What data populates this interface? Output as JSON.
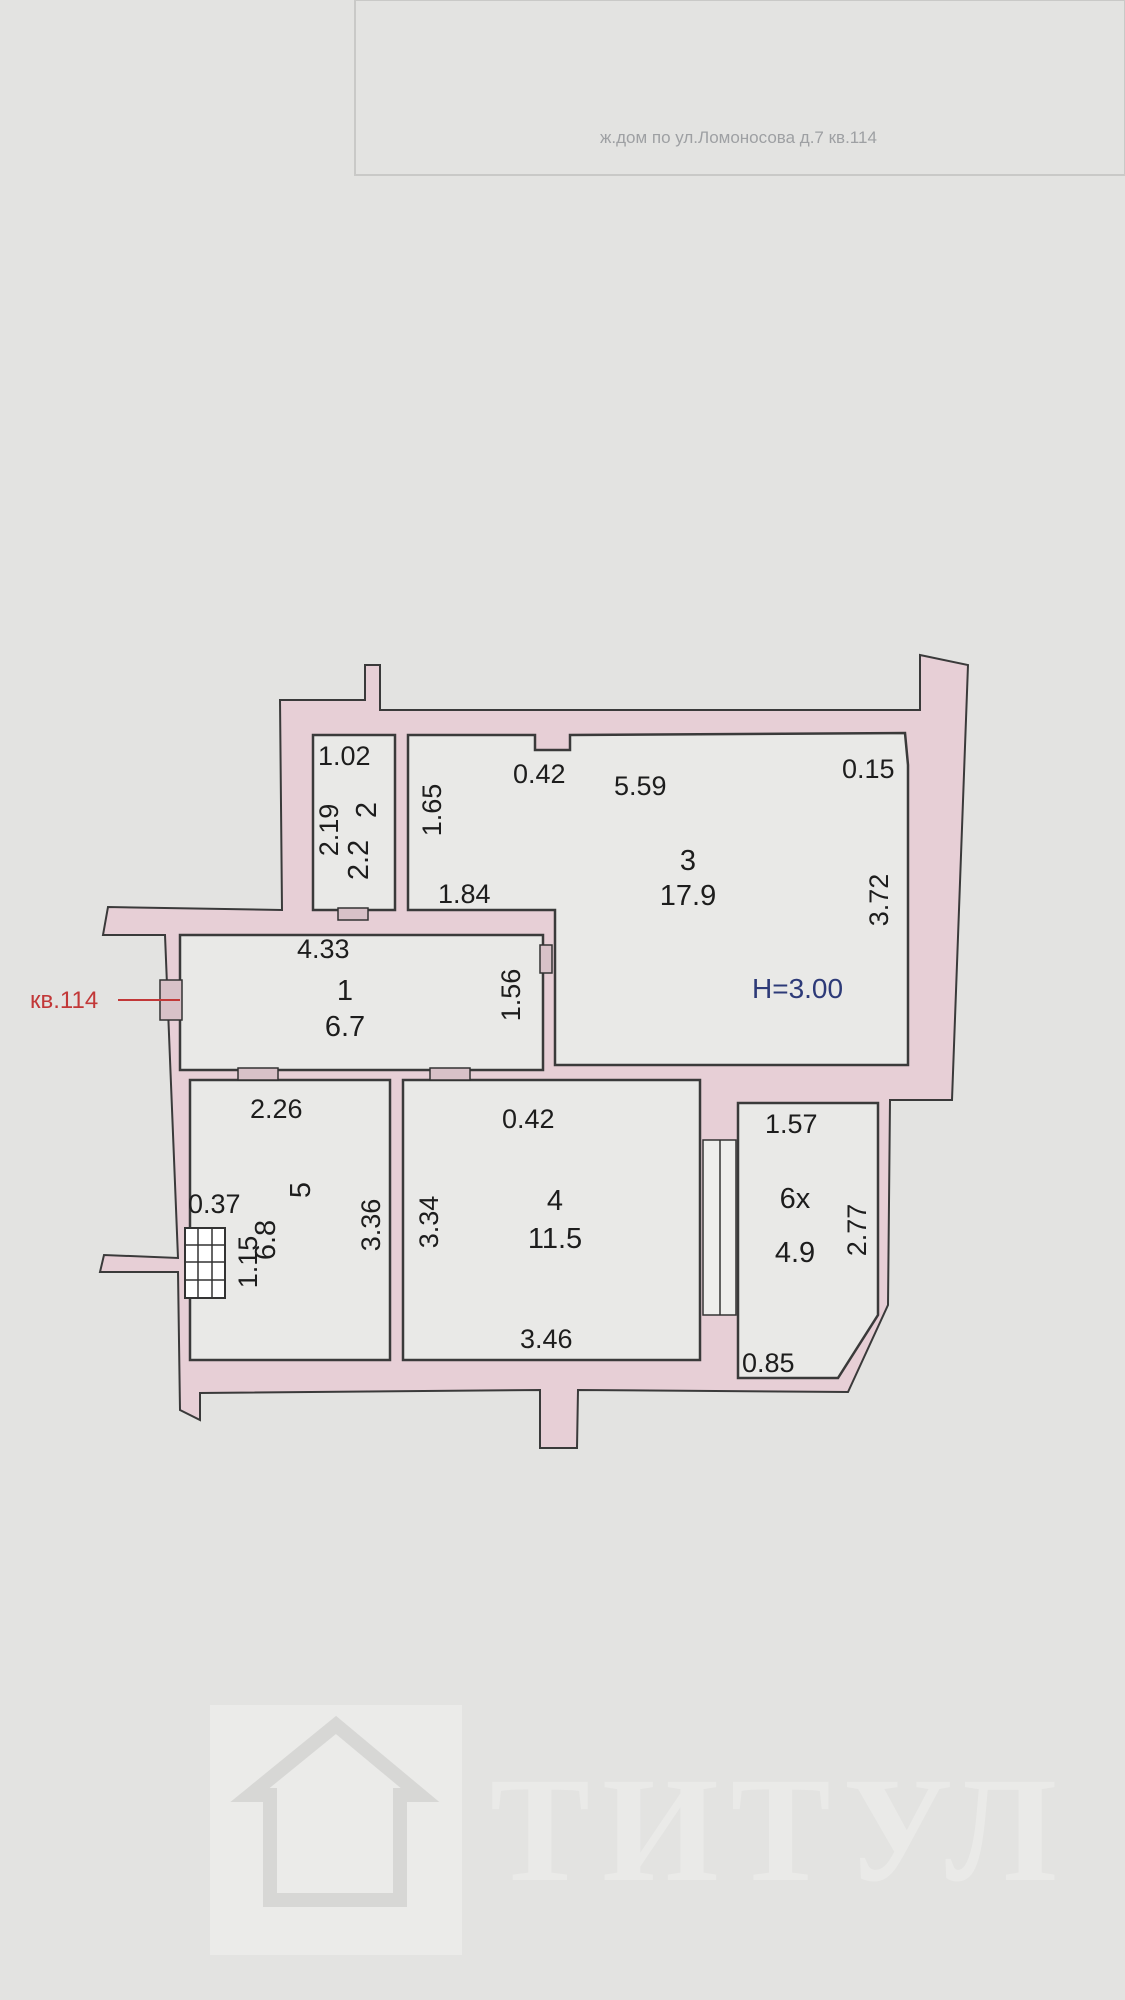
{
  "header_faint_text": "ж.дом по ул.Ломоносова д.7 кв.114",
  "apartment_label": "кв.114",
  "ceiling_height": "H=3.00",
  "watermark_text": "ТИТУЛ",
  "rooms": [
    {
      "number": "1",
      "area": "6.7"
    },
    {
      "number": "2",
      "area": "2.2"
    },
    {
      "number": "3",
      "area": "17.9"
    },
    {
      "number": "4",
      "area": "11.5"
    },
    {
      "number": "5",
      "area": "6.8"
    },
    {
      "number": "6х",
      "area": "4.9"
    }
  ],
  "dimensions": {
    "r2_width": "1.02",
    "r2_height": "2.19",
    "r3_niche": "0.42",
    "r3_width": "5.59",
    "r3_offset": "0.15",
    "r3_left_height": "1.65",
    "r3_bottom": "1.84",
    "r3_height": "3.72",
    "r1_width": "4.33",
    "r1_height": "1.56",
    "r5_width": "2.26",
    "r4_niche": "0.42",
    "r6_width": "1.57",
    "r5_niche": "0.37",
    "r5_height": "3.36",
    "r4_height": "3.34",
    "r6_height": "2.77",
    "r5_window": "1.15",
    "r4_width": "3.46",
    "r6_bottom": "0.85"
  },
  "colors": {
    "wall_fill": "#e7cfd6",
    "apartment_label": "#c23838",
    "ceiling_label": "#2d3a78"
  }
}
